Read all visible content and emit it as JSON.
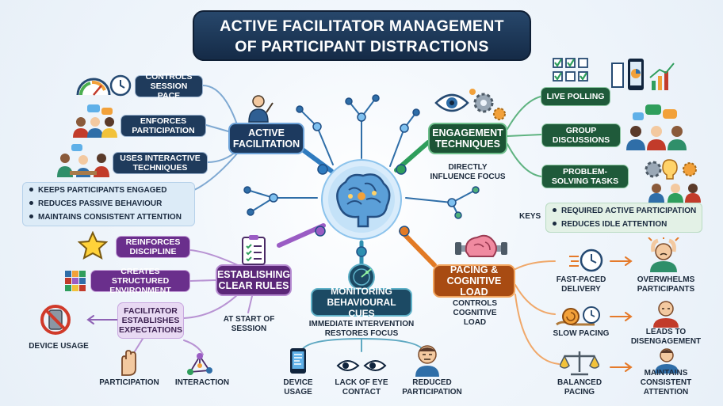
{
  "title": {
    "line1": "ACTIVE FACILITATOR MANAGEMENT",
    "line2": "OF PARTICIPANT DISTRACTIONS"
  },
  "active_facilitation": {
    "heading": "ACTIVE FACILITATION",
    "items": [
      "CONTROLS SESSION PACE",
      "ENFORCES PARTICIPATION",
      "USES INTERACTIVE TECHNIQUES"
    ],
    "benefits": [
      "KEEPS PARTICIPANTS ENGAGED",
      "REDUCES PASSIVE BEHAVIOUR",
      "MAINTAINS CONSISTENT ATTENTION"
    ]
  },
  "engagement": {
    "heading": "ENGAGEMENT TECHNIQUES",
    "note": "DIRECTLY INFLUENCE FOCUS",
    "items": [
      "LIVE POLLING",
      "GROUP DISCUSSIONS",
      "PROBLEM-SOLVING TASKS"
    ],
    "keys_label": "KEYS",
    "keys": [
      "REQUIRED ACTIVE PARTICIPATION",
      "REDUCES IDLE ATTENTION"
    ]
  },
  "rules": {
    "heading": "ESTABLISHING CLEAR RULES",
    "items": [
      "REINFORCES DISCIPLINE",
      "CREATES STRUCTURED ENVIRONMENT",
      "FACILITATOR ESTABLISHES EXPECTATIONS"
    ],
    "timing": "AT START OF SESSION",
    "targets": [
      "DEVICE USAGE",
      "PARTICIPATION",
      "INTERACTION"
    ]
  },
  "monitoring": {
    "heading": "MONITORING BEHAVIOURAL CUES",
    "note": "IMMEDIATE INTERVENTION RESTORES FOCUS",
    "cues": [
      "DEVICE USAGE",
      "LACK OF EYE CONTACT",
      "REDUCED PARTICIPATION"
    ]
  },
  "pacing": {
    "heading": "PACING & COGNITIVE LOAD",
    "note": "CONTROLS COGNITIVE LOAD",
    "rows": [
      {
        "pace": "FAST-PACED DELIVERY",
        "effect": "OVERWHELMS PARTICIPANTS"
      },
      {
        "pace": "SLOW PACING",
        "effect": "LEADS TO DISENGAGEMENT"
      },
      {
        "pace": "BALANCED PACING",
        "effect": "MAINTAINS CONSISTENT ATTENTION"
      }
    ]
  },
  "colors": {
    "navy": "#1f3b5c",
    "green": "#1f5a3a",
    "purple": "#6a2f8c",
    "orange": "#a84b12",
    "teal": "#1c4a64"
  }
}
